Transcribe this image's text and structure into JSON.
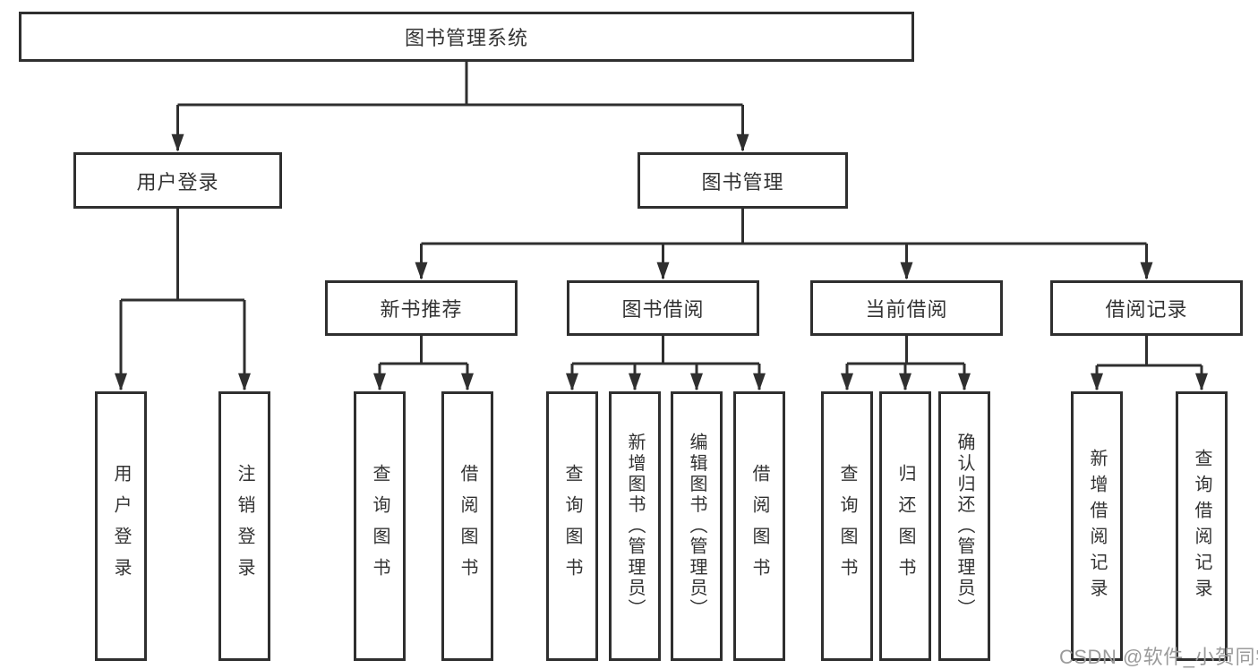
{
  "diagram_title": "图书管理系统",
  "colors": {
    "line": "#2f2f2f",
    "box_border": "#2f2f2f",
    "text": "#333333",
    "background": "#ffffff",
    "watermark": "#9b9b9b"
  },
  "tree": {
    "root": {
      "label": "图书管理系统"
    },
    "children": [
      {
        "label": "用户登录",
        "children": [
          {
            "label": "用户登录"
          },
          {
            "label": "注销登录"
          }
        ]
      },
      {
        "label": "图书管理",
        "children": [
          {
            "label": "新书推荐",
            "children": [
              {
                "label": "查询图书"
              },
              {
                "label": "借阅图书"
              }
            ]
          },
          {
            "label": "图书借阅",
            "children": [
              {
                "label": "查询图书"
              },
              {
                "label": "新增图书（管理员）"
              },
              {
                "label": "编辑图书（管理员）"
              },
              {
                "label": "借阅图书"
              }
            ]
          },
          {
            "label": "当前借阅",
            "children": [
              {
                "label": "查询图书"
              },
              {
                "label": "归还图书"
              },
              {
                "label": "确认归还（管理员）"
              }
            ]
          },
          {
            "label": "借阅记录",
            "children": [
              {
                "label": "新增借阅记录"
              },
              {
                "label": "查询借阅记录"
              }
            ]
          }
        ]
      }
    ]
  },
  "watermark": {
    "text": "CSDN @软件_小贺同学"
  }
}
